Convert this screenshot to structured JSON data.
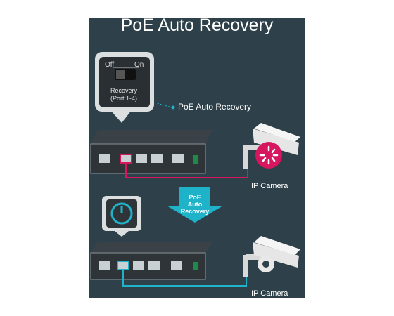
{
  "title": "PoE Auto Recovery",
  "switch_off_label": "Off",
  "switch_on_label": "On",
  "recovery_label_line1": "Recovery",
  "recovery_label_line2": "(Port 1-4)",
  "callout_label": "PoE Auto Recovery",
  "arrow_line1": "PoE",
  "arrow_line2": "Auto",
  "arrow_line3": "Recovery",
  "camera_label_top": "IP Camera",
  "camera_label_bottom": "IP Camera",
  "colors": {
    "background": "#2e4049",
    "accent": "#1fb3c9",
    "alert": "#d6175f"
  },
  "icons": [
    "dip-switch-icon",
    "power-icon",
    "network-switch-icon",
    "ip-camera-icon",
    "down-arrow-icon"
  ]
}
